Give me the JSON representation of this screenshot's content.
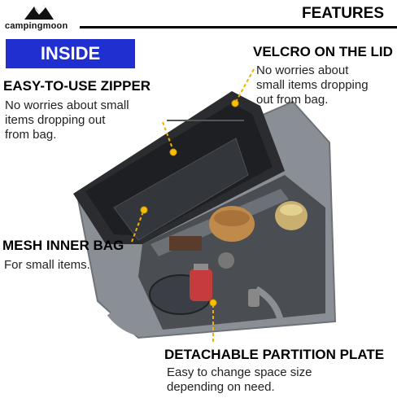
{
  "brand": {
    "name": "campingmoon"
  },
  "header": {
    "title": "FEATURES"
  },
  "badge": {
    "label": "INSIDE"
  },
  "features": [
    {
      "title": "EASY-TO-USE ZIPPER",
      "desc_lines": [
        "No worries about small",
        "items dropping out",
        "from bag."
      ]
    },
    {
      "title": "VELCRO ON THE LID",
      "desc_lines": [
        "No worries about",
        "small items dropping",
        "out from bag."
      ]
    },
    {
      "title": "MESH INNER BAG",
      "desc_lines": [
        "For small items."
      ]
    },
    {
      "title": "DETACHABLE PARTITION PLATE",
      "desc_lines": [
        "Easy to change space size",
        "depending on need."
      ]
    }
  ],
  "colors": {
    "badge_bg": "#1f2fd0",
    "leader": "#f0b000",
    "bag": "#8a8f96",
    "lid": "#2a2c30"
  }
}
